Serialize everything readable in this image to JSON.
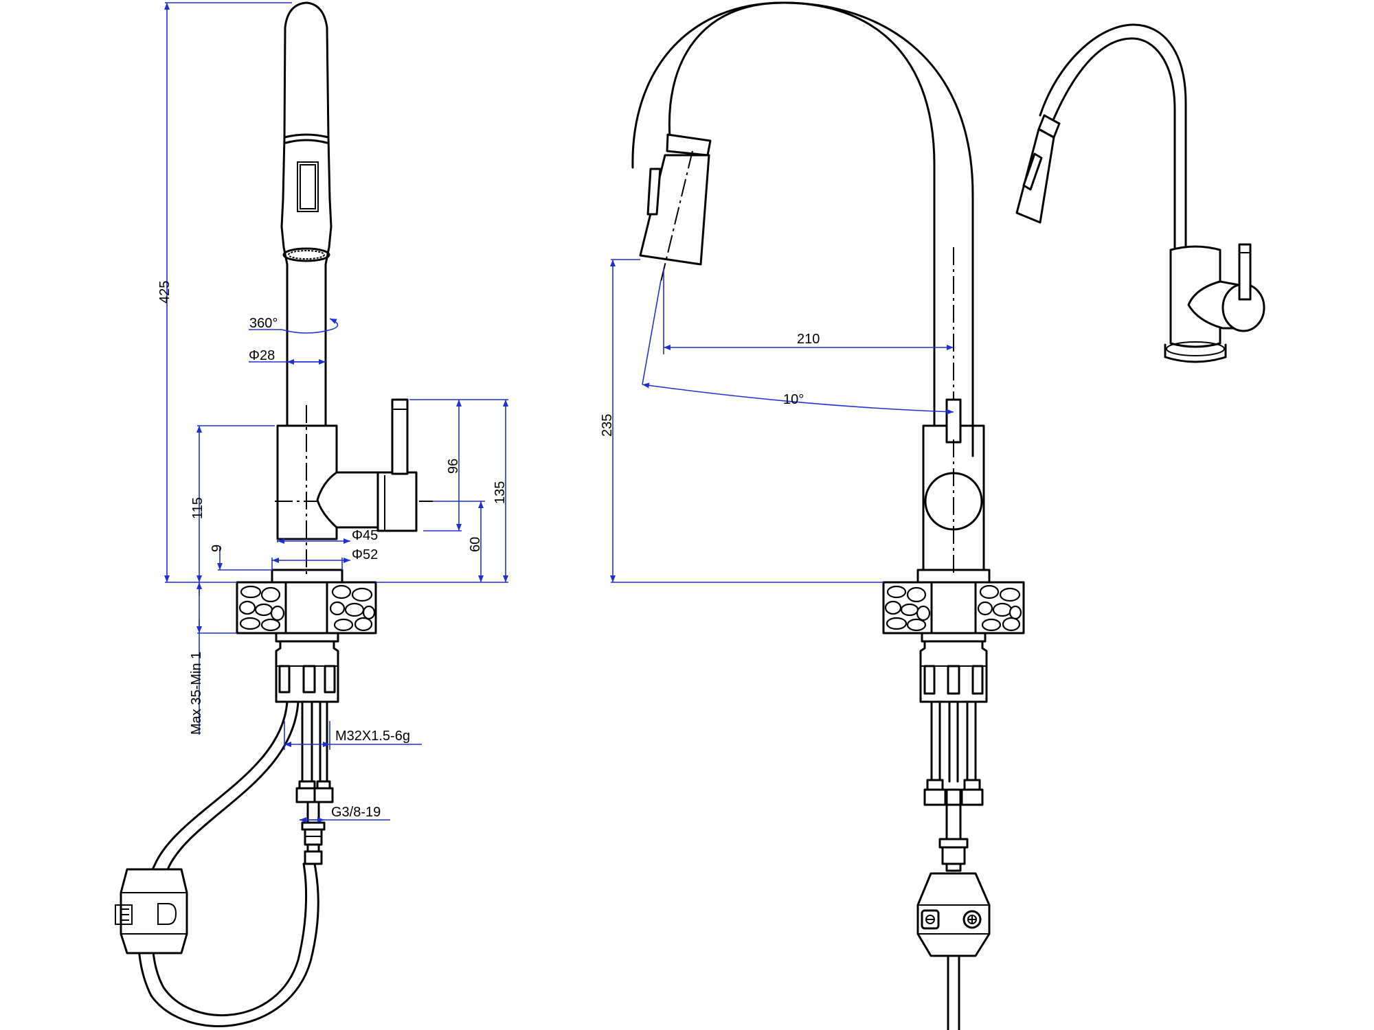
{
  "drawing": {
    "side_view": {
      "dim_total_height": "425",
      "dim_rotation": "360°",
      "dim_spout_diameter": "Φ28",
      "dim_body_height": "115",
      "dim_base_height": "9",
      "dim_lever_height": "96",
      "dim_handle_height": "135",
      "dim_handle_axis": "60",
      "dim_body_diameter": "Φ45",
      "dim_base_diameter": "Φ52",
      "dim_counter_thickness": "Max 35-Min 1",
      "dim_thread": "M32X1.5-6g",
      "dim_connector": "G3/8-19"
    },
    "front_view": {
      "dim_reach": "210",
      "dim_angle": "10°",
      "dim_spout_height": "235"
    }
  },
  "colors": {
    "dimension_line": "#1f2fd6",
    "outline": "#000000",
    "background": "#ffffff"
  }
}
